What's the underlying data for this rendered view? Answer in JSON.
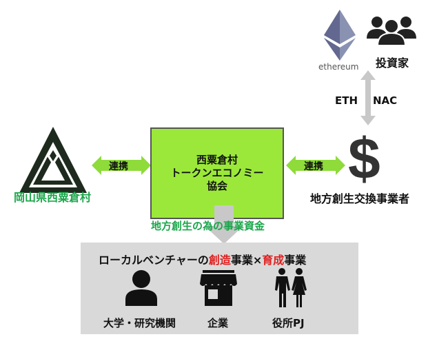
{
  "ethereum": {
    "label": "ethereum"
  },
  "investors": {
    "label": "投資家"
  },
  "exchange_arrow": {
    "left": "ETH",
    "right": "NAC"
  },
  "village": {
    "label": "岡山県西粟倉村"
  },
  "left_link": {
    "label": "連携"
  },
  "right_link": {
    "label": "連携"
  },
  "association": {
    "line1": "西粟倉村",
    "line2": "トークンエコノミー",
    "line3": "協会"
  },
  "exchanger": {
    "label": "地方創生交換事業者"
  },
  "funding": {
    "label": "地方創生の為の事業資金"
  },
  "panel": {
    "title_parts": [
      "ローカルベンチャーの",
      "創造",
      "事業×",
      "育成",
      "事業"
    ],
    "items": [
      {
        "label": "大学・研究機関",
        "icon": "person-icon"
      },
      {
        "label": "企業",
        "icon": "store-icon"
      },
      {
        "label": "役所PJ",
        "icon": "couple-icon"
      }
    ]
  },
  "colors": {
    "green_box": "#9be83a",
    "green_text": "#1aa64a",
    "red": "#e02020",
    "gray": "#d9d9d9"
  }
}
